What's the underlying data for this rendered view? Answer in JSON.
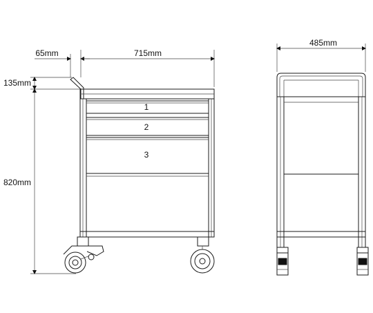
{
  "dimensions": {
    "handle_offset": "65mm",
    "body_width": "715mm",
    "side_depth": "485mm",
    "handle_height": "135mm",
    "total_height": "820mm"
  },
  "drawers": [
    "1",
    "2",
    "3"
  ]
}
